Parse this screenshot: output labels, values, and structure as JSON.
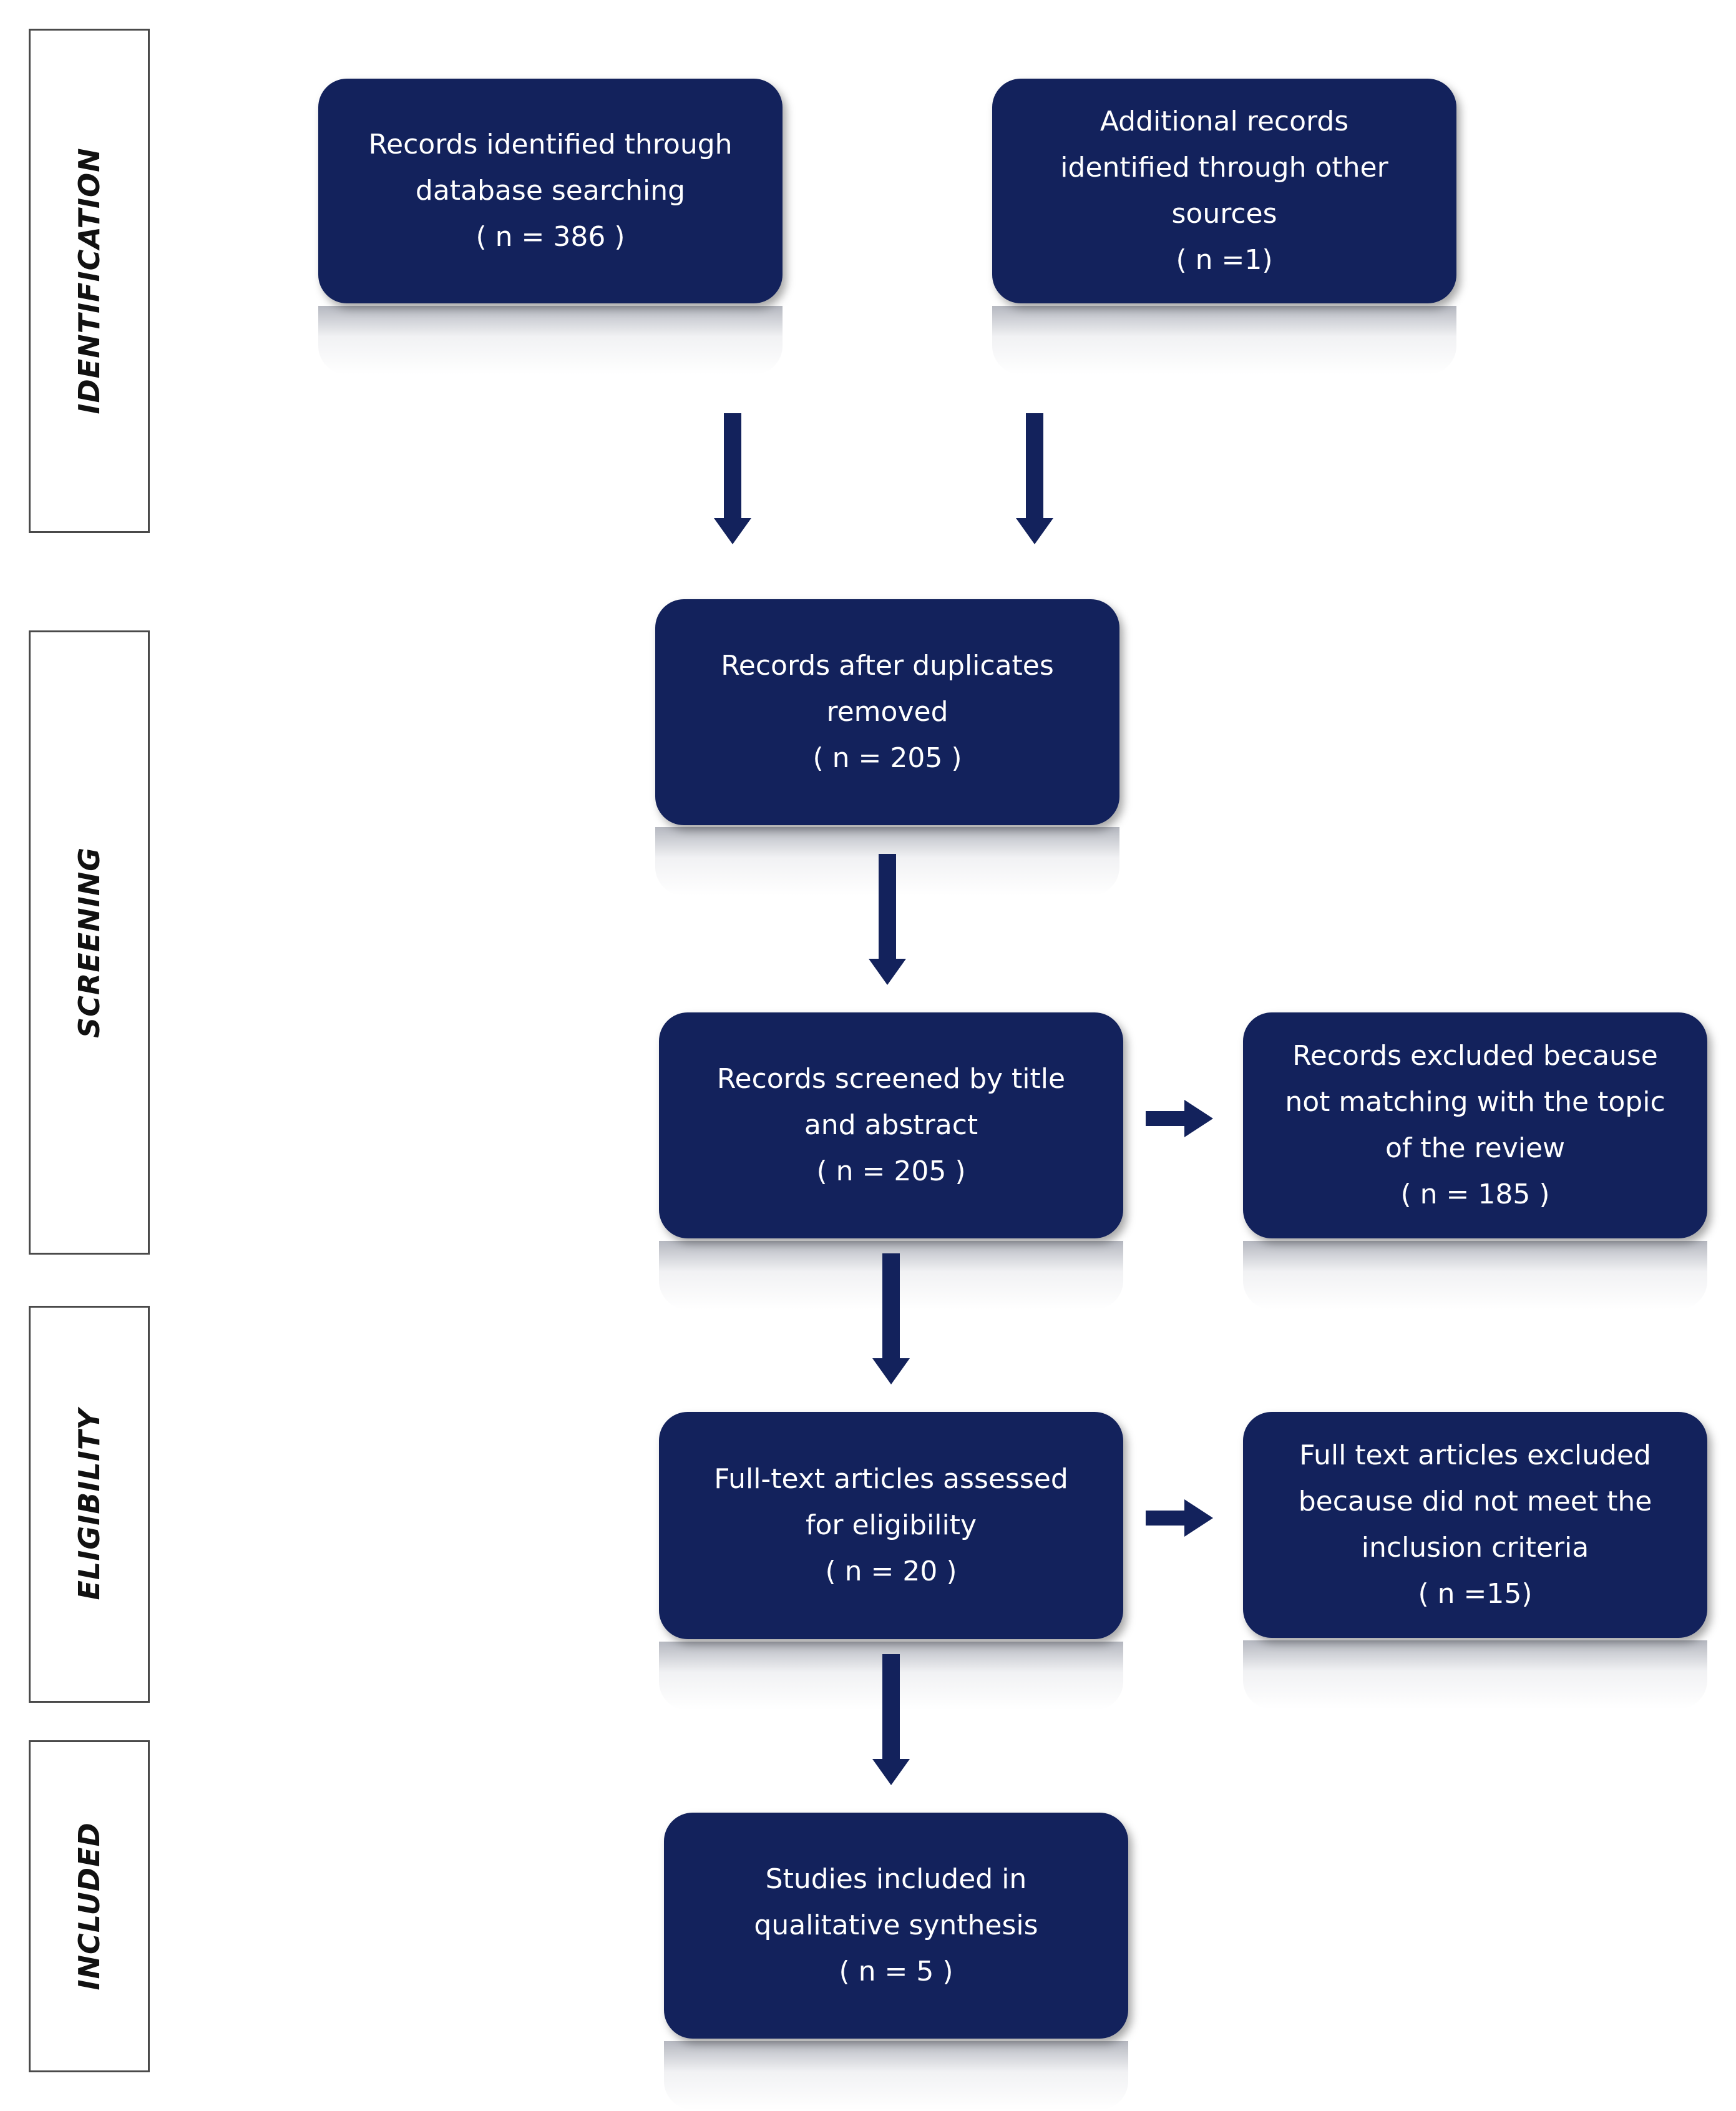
{
  "stages": [
    {
      "label": "IDENTIFICATION"
    },
    {
      "label": "SCREENING"
    },
    {
      "label": "ELIGIBILITY"
    },
    {
      "label": "INCLUDED"
    }
  ],
  "boxes": {
    "database": {
      "lines": [
        "Records identified through",
        "database searching",
        "( n =  386 )"
      ]
    },
    "other": {
      "lines": [
        "Additional records",
        "identified through other",
        "sources",
        "( n =1)"
      ]
    },
    "duplicates": {
      "lines": [
        "Records after duplicates",
        "removed",
        "( n = 205 )"
      ]
    },
    "screened": {
      "lines": [
        "Records screened by title",
        "and abstract",
        "( n = 205 )"
      ]
    },
    "excluded_topic": {
      "lines": [
        "Records excluded because",
        "not matching with the topic",
        "of  the review",
        "( n = 185 )"
      ]
    },
    "fulltext": {
      "lines": [
        "Full-text articles assessed",
        "for eligibility",
        "( n = 20 )"
      ]
    },
    "excluded_criteria": {
      "lines": [
        "Full text articles excluded",
        "because did not meet the",
        "inclusion criteria",
        "( n =15)"
      ]
    },
    "included": {
      "lines": [
        "Studies included in",
        "qualitative synthesis",
        "( n = 5 )"
      ]
    }
  },
  "colors": {
    "box_fill": "#13225c",
    "arrow": "#13225c",
    "stage_border": "#4a4a4a"
  }
}
